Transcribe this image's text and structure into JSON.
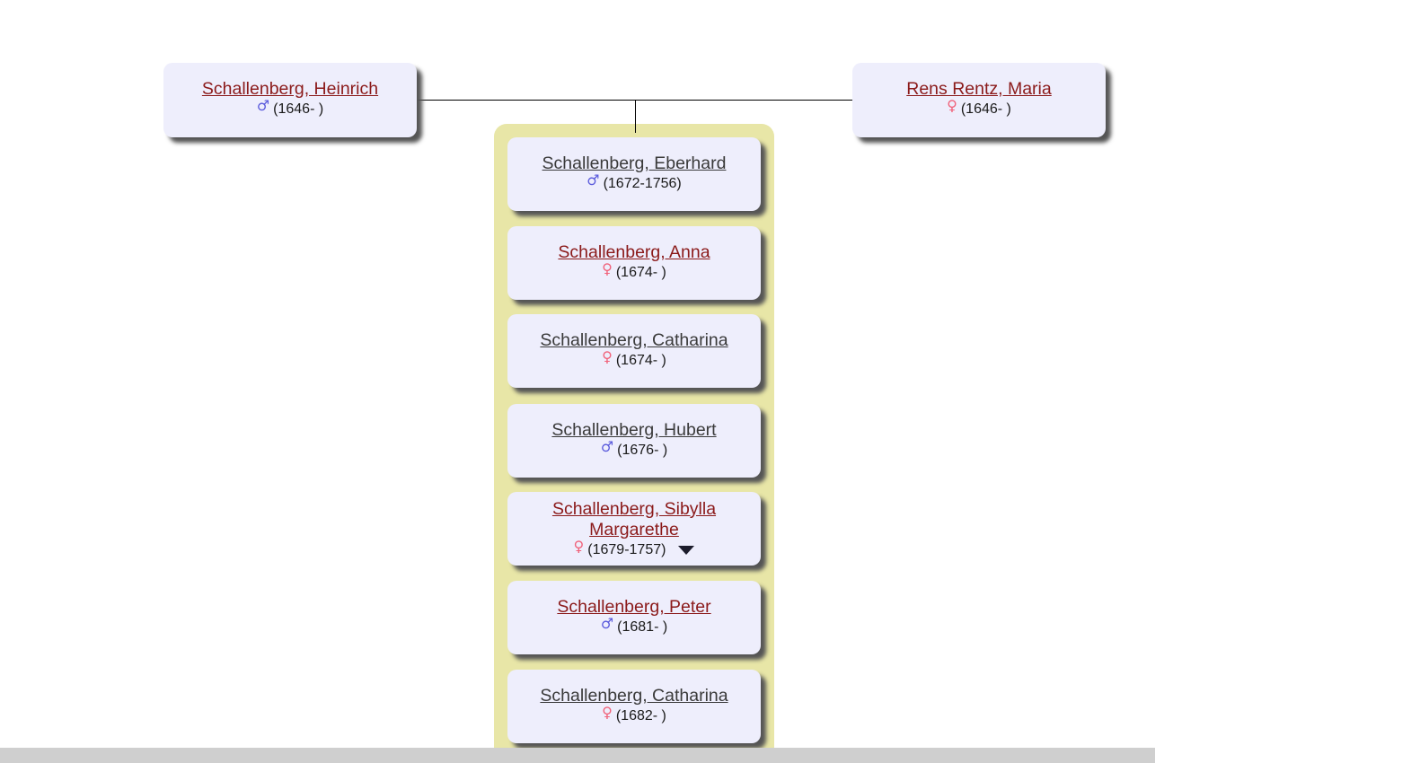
{
  "parents": [
    {
      "name": "Schallenberg, Heinrich",
      "sex": "male",
      "sex_symbol": "♂",
      "dates": "(1646- )",
      "linked": true
    },
    {
      "name": "Rens Rentz, Maria",
      "sex": "female",
      "sex_symbol": "♀",
      "dates": "(1646- )",
      "linked": true
    }
  ],
  "children": [
    {
      "name": "Schallenberg, Eberhard",
      "sex": "male",
      "sex_symbol": "♂",
      "dates": "(1672-1756)",
      "linked": false
    },
    {
      "name": "Schallenberg, Anna",
      "sex": "female",
      "sex_symbol": "♀",
      "dates": "(1674- )",
      "linked": true
    },
    {
      "name": "Schallenberg, Catharina",
      "sex": "female",
      "sex_symbol": "♀",
      "dates": "(1674- )",
      "linked": false
    },
    {
      "name": "Schallenberg, Hubert",
      "sex": "male",
      "sex_symbol": "♂",
      "dates": "(1676- )",
      "linked": false
    },
    {
      "name": "Schallenberg, Sibylla Margarethe",
      "sex": "female",
      "sex_symbol": "♀",
      "dates": "(1679-1757)",
      "linked": true,
      "has_expand": true
    },
    {
      "name": "Schallenberg, Peter",
      "sex": "male",
      "sex_symbol": "♂",
      "dates": "(1681- )",
      "linked": true
    },
    {
      "name": "Schallenberg, Catharina",
      "sex": "female",
      "sex_symbol": "♀",
      "dates": "(1682- )",
      "linked": false
    }
  ],
  "colors": {
    "card_background": "#eeeefc",
    "children_panel": "#e8e6a7",
    "linked_name": "#8b1a1a",
    "plain_name": "#3a3a3a",
    "male_icon": "#5b5bdc",
    "female_icon": "#f0627a"
  }
}
